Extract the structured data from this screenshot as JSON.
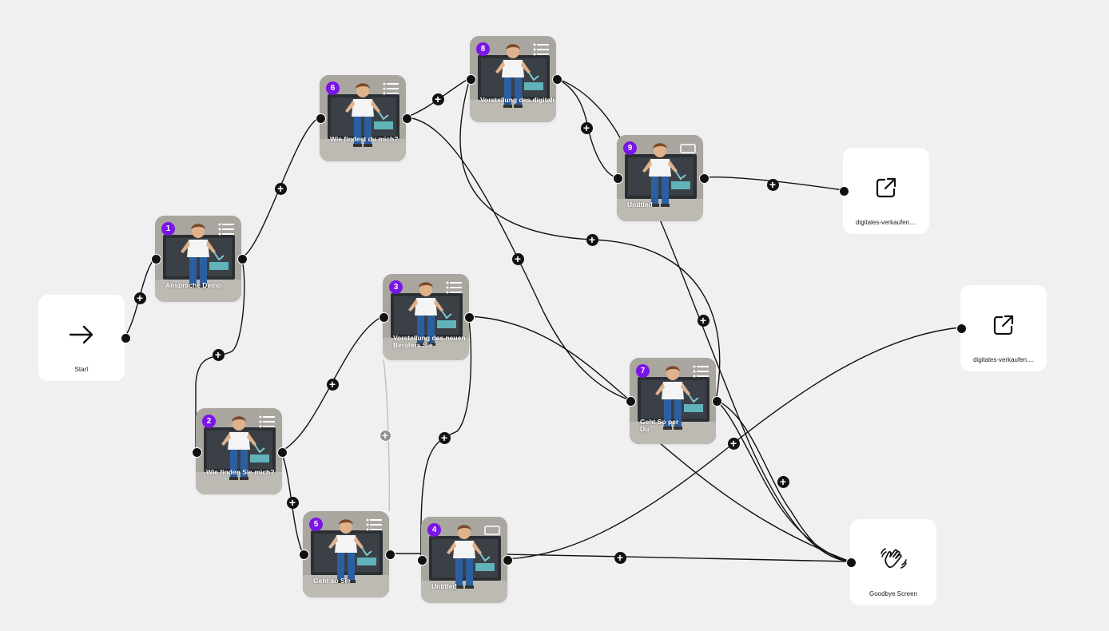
{
  "colors": {
    "canvas": "#f0f0f0",
    "badge": "#7a14e8",
    "edge": "#111111",
    "edge_inactive": "#bdbdbd",
    "card": "#ffffff"
  },
  "start": {
    "label": "Start",
    "icon": "arrow-right-icon"
  },
  "scenes": {
    "n1": {
      "number": "1",
      "label": "Ansprache Demo",
      "type_icon": "list-icon"
    },
    "n2": {
      "number": "2",
      "label": "Wie finden Sie mich?",
      "type_icon": "list-icon"
    },
    "n3": {
      "number": "3",
      "label": "Vorstellung des neuen Beraters Sie",
      "type_icon": "list-icon"
    },
    "n4": {
      "number": "4",
      "label": "Untitled",
      "type_icon": "rectangle-icon"
    },
    "n5": {
      "number": "5",
      "label": "Geht so Sie",
      "type_icon": "list-icon"
    },
    "n6": {
      "number": "6",
      "label": "Wie findest du mich?",
      "type_icon": "list-icon"
    },
    "n7": {
      "number": "7",
      "label": "Geht So per Du",
      "type_icon": "list-icon"
    },
    "n8": {
      "number": "8",
      "label": "Vorstellung des digitalen Beraters DU",
      "type_icon": "list-icon"
    },
    "n9": {
      "number": "9",
      "label": "Untitled",
      "type_icon": "rectangle-icon"
    }
  },
  "links": {
    "l1": {
      "label": "digitales-verkaufen....",
      "icon": "external-link-icon"
    },
    "l2": {
      "label": "digitales-verkaufen....",
      "icon": "external-link-icon"
    }
  },
  "goodbye": {
    "label": "Goodbye Screen",
    "icon": "waving-hand-icon"
  }
}
